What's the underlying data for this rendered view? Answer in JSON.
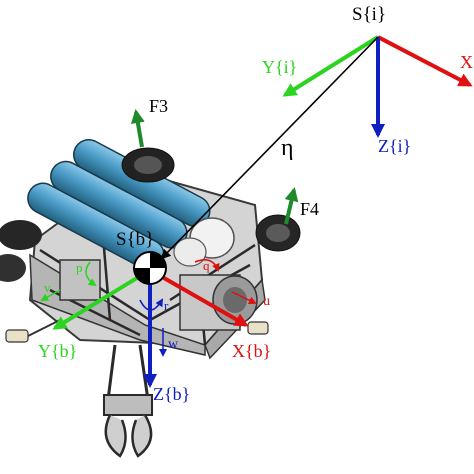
{
  "colors": {
    "x_axis": "#e01010",
    "y_axis": "#2bd41f",
    "z_axis": "#1020c0",
    "force": "#1f8a2a",
    "eta": "#000000",
    "velocity_label": "#e01010",
    "angular_label": "#1020c0",
    "float_tube": "#4a9cc8",
    "frame_metal": "#9a9a9a"
  },
  "inertial_frame": {
    "origin_label": "S{i}",
    "x_label": "X{i}",
    "y_label": "Y{i}",
    "z_label": "Z{i}"
  },
  "body_frame": {
    "origin_label": "S{b}",
    "x_label": "X{b}",
    "y_label": "Y{b}",
    "z_label": "Z{b}"
  },
  "position_vector": {
    "label": "η"
  },
  "forces": {
    "f3": "F3",
    "f4": "F4"
  },
  "velocities": {
    "u": "u",
    "w": "w",
    "v": "v",
    "r": "r",
    "q": "q",
    "p": "p"
  },
  "icons": [
    "center-of-mass-icon",
    "rov-vehicle-icon",
    "thruster-icon",
    "gripper-icon"
  ]
}
